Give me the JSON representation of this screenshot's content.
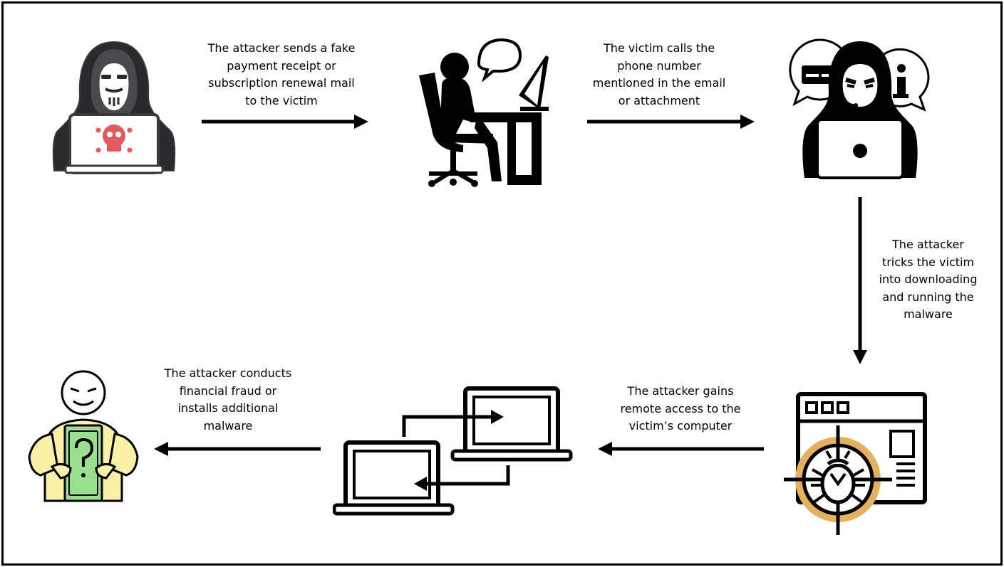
{
  "steps": [
    {
      "label": "The attacker sends a fake\npayment receipt or\nsubscription renewal mail\nto the victim"
    },
    {
      "label": "The victim calls the\nphone number\nmentioned in the email\nor attachment"
    },
    {
      "label": "The attacker\ntricks the victim\ninto downloading\nand running the\nmalware"
    },
    {
      "label": "The attacker gains\nremote access to the\nvictim’s computer"
    },
    {
      "label": "The attacker conducts\nfinancial fraud or\ninstalls additional\nmalware"
    }
  ],
  "icons": [
    "hacker-with-laptop-icon",
    "victim-on-phone-icon",
    "scammer-call-center-icon",
    "malware-bug-target-icon",
    "remote-access-laptops-icon",
    "happy-person-holding-money-icon"
  ],
  "colors": {
    "skull": "#e05a5f",
    "hood": "#4a4a4e",
    "bug_ring": "#e5b15e",
    "money": "#9adf8f",
    "person": "#fbf0a8"
  }
}
